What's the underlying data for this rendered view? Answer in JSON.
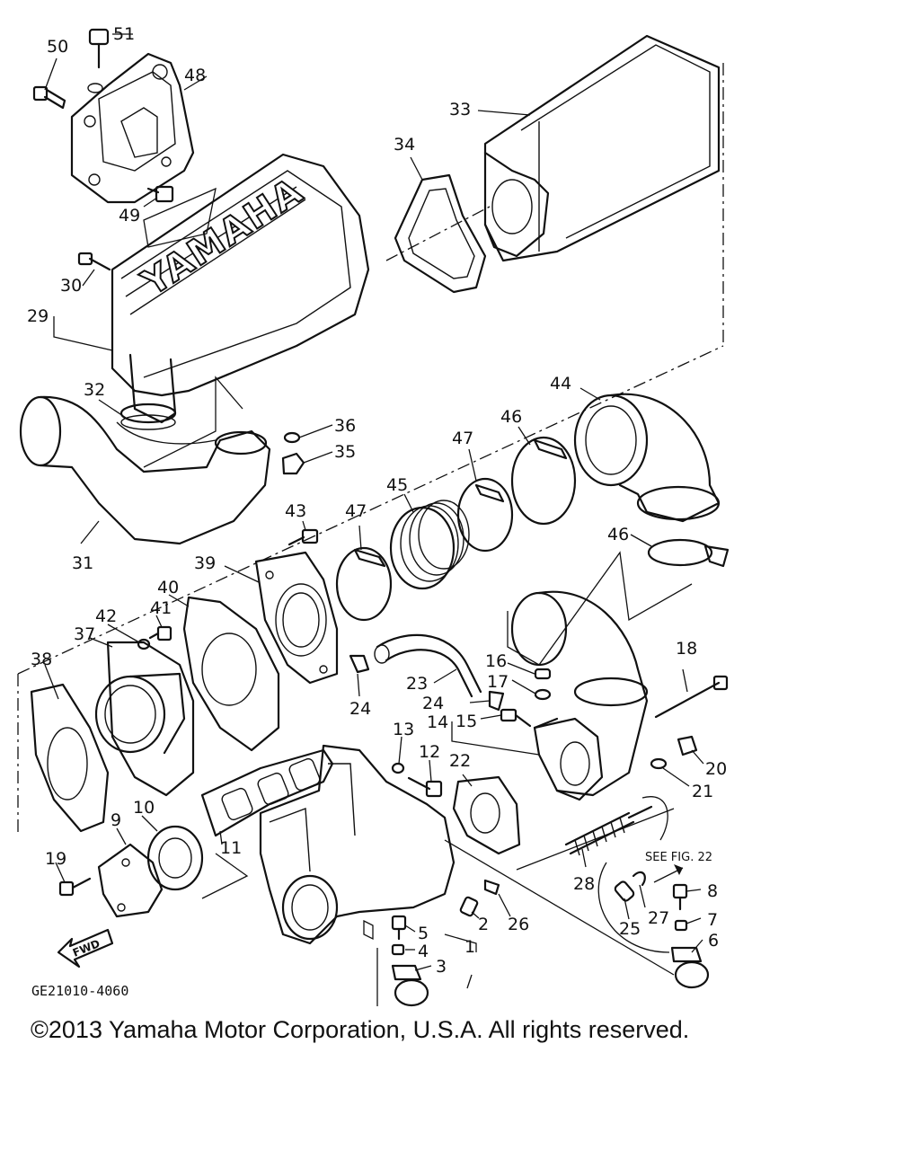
{
  "diagram": {
    "brand_text": "YAMAHA",
    "drawing_code": "GE21010-4060",
    "fig_reference": "SEE FIG. 22",
    "fwd_label": "FWD",
    "part_labels": [
      "50",
      "51",
      "48",
      "33",
      "34",
      "49",
      "30",
      "29",
      "32",
      "36",
      "35",
      "44",
      "46",
      "47",
      "45",
      "31",
      "43",
      "47",
      "39",
      "40",
      "41",
      "42",
      "37",
      "38",
      "23",
      "24",
      "16",
      "17",
      "18",
      "24",
      "14",
      "15",
      "13",
      "12",
      "22",
      "20",
      "21",
      "9",
      "10",
      "11",
      "19",
      "28",
      "27",
      "8",
      "25",
      "7",
      "6",
      "5",
      "4",
      "3",
      "2",
      "26",
      "1",
      "46"
    ]
  },
  "footer": {
    "copyright": "©2013 Yamaha Motor Corporation, U.S.A. All rights reserved."
  }
}
